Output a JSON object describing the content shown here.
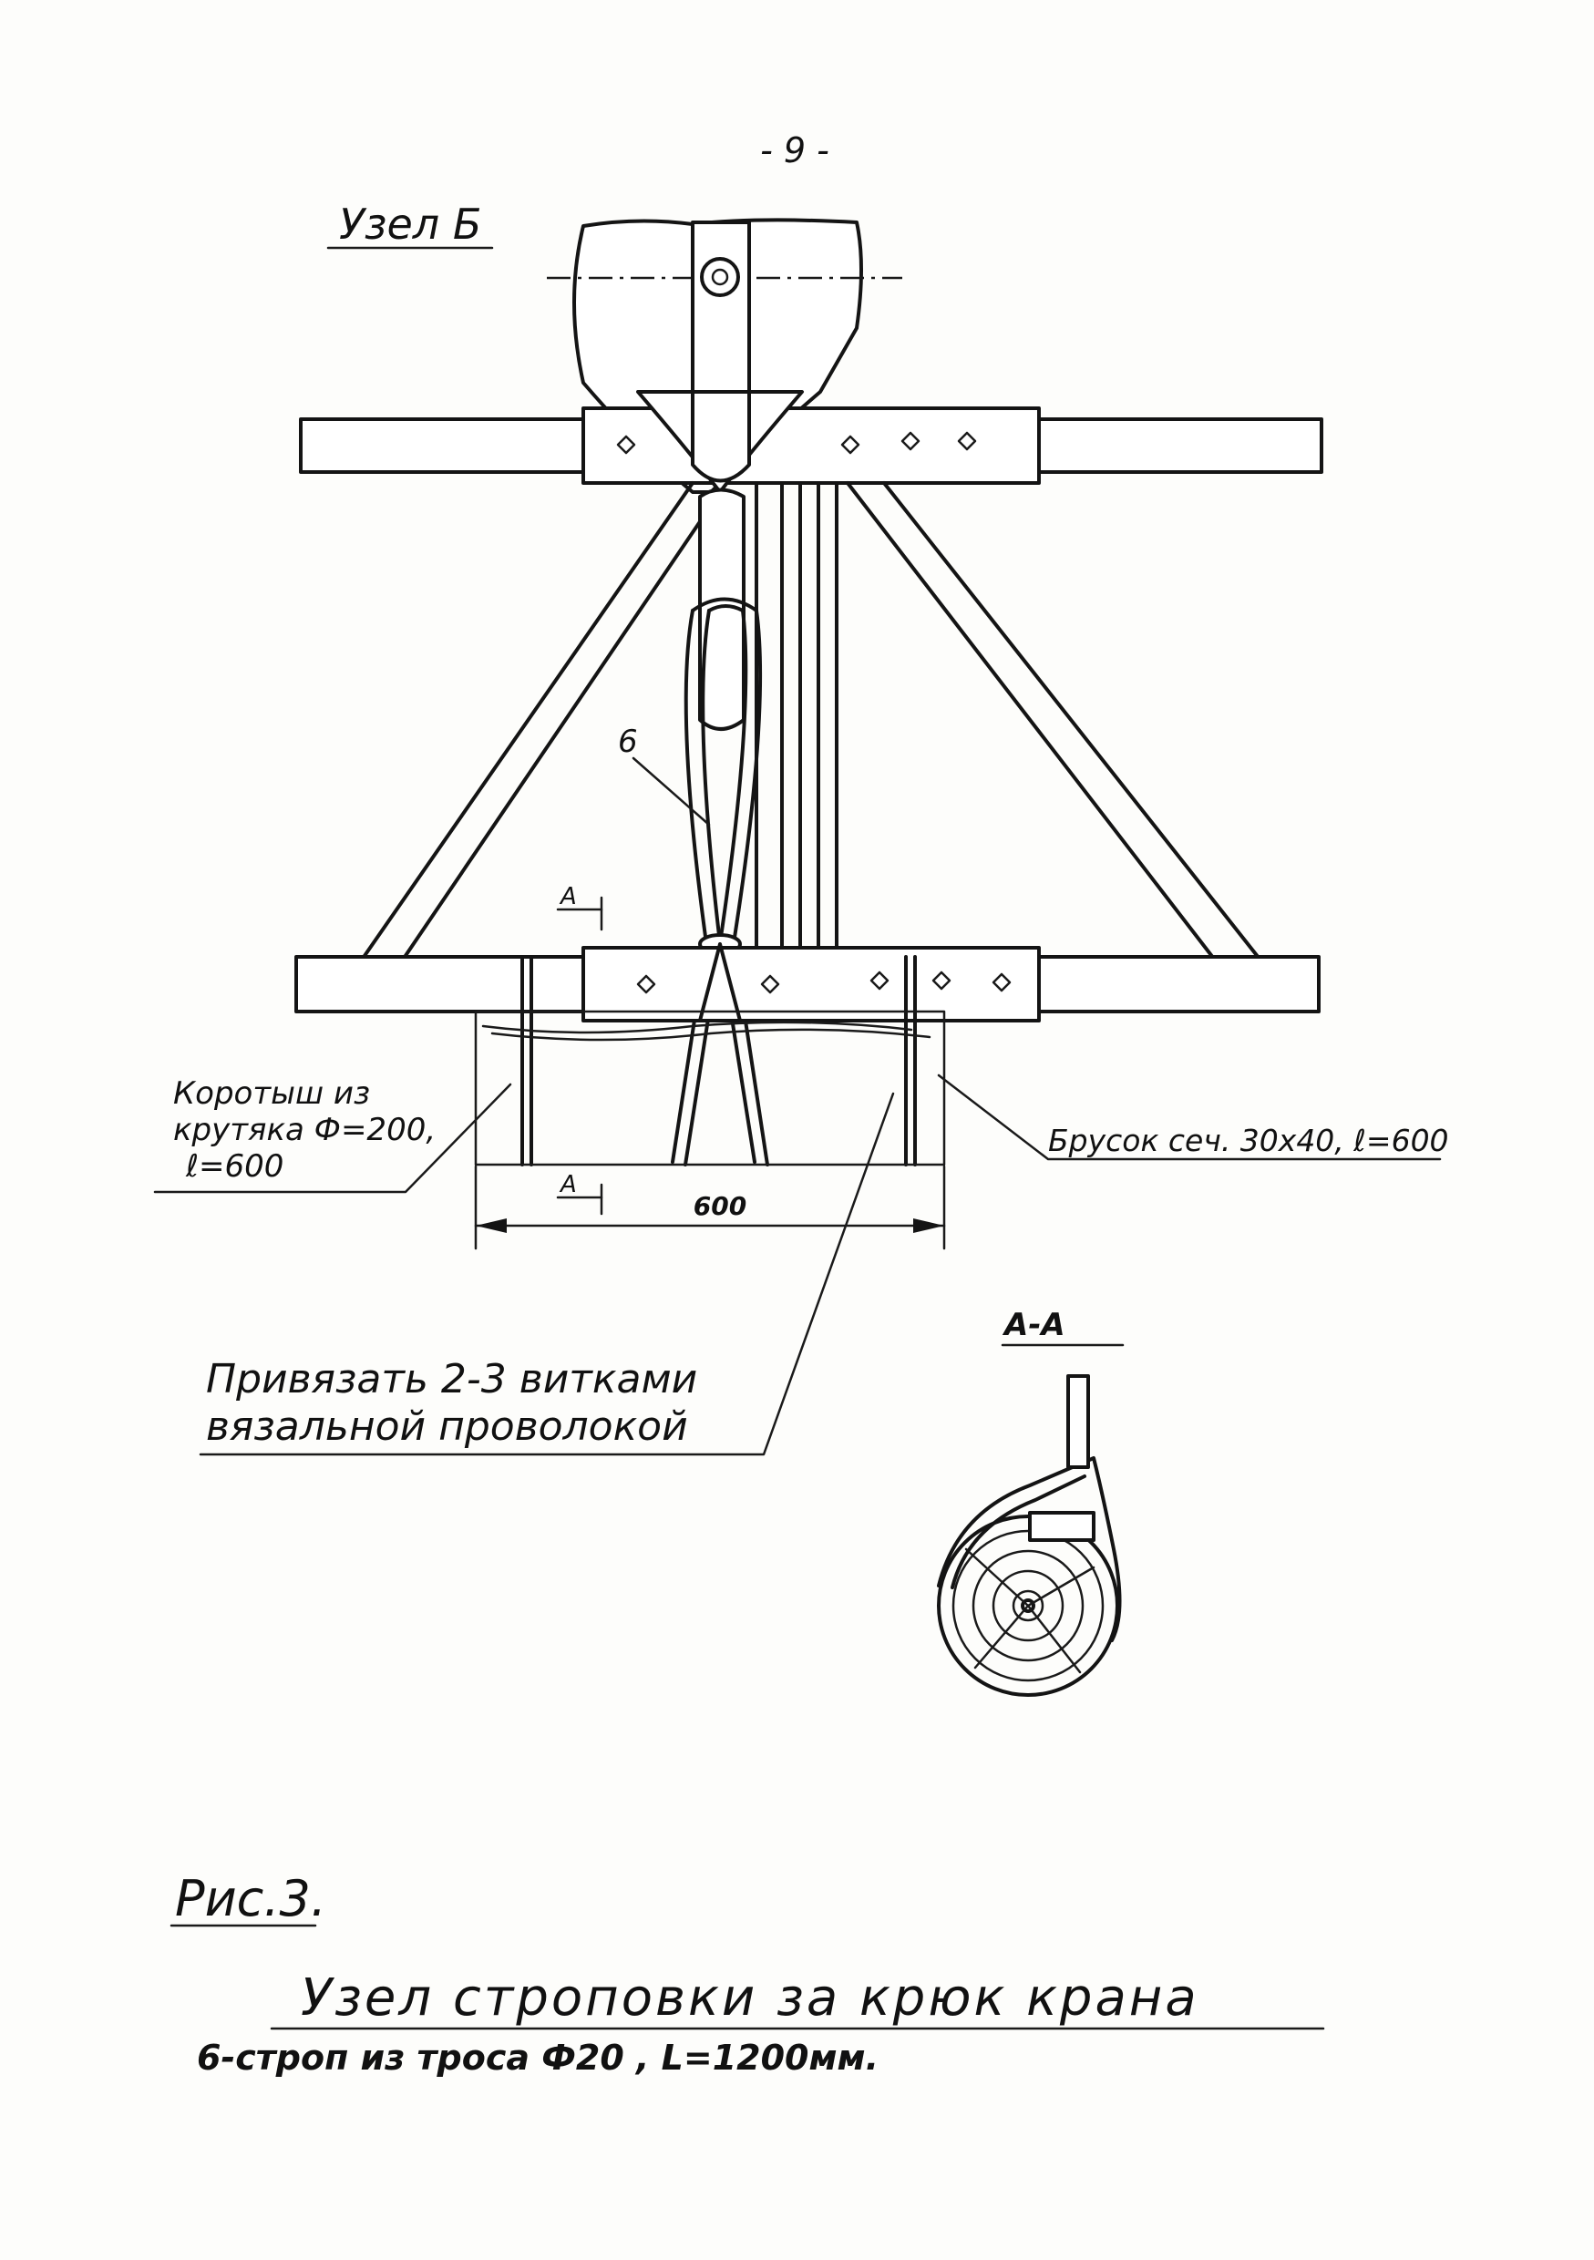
{
  "page": {
    "number": "- 9 -"
  },
  "drawing": {
    "node_title": "Узел Б",
    "position_label": "6",
    "section_mark": "А",
    "section_title": "А-А",
    "dimension_600": "600",
    "short_log_line1": "Коротыш из",
    "short_log_line2": "крутяка Ф=200,",
    "short_log_line3": "ℓ=600",
    "bar_note": "Брусок сеч. 30х40, ℓ=600",
    "tie_note_line1": "Привязать 2-3 витками",
    "tie_note_line2": "вязальной проволокой"
  },
  "caption": {
    "figure_number": "Рис.3.",
    "title": "Узел строповки за крюк крана",
    "subtitle": "6-строп из троса Ф20 , L=1200мм."
  },
  "colors": {
    "ink": "#141414",
    "paper": "#fdfdfb"
  }
}
